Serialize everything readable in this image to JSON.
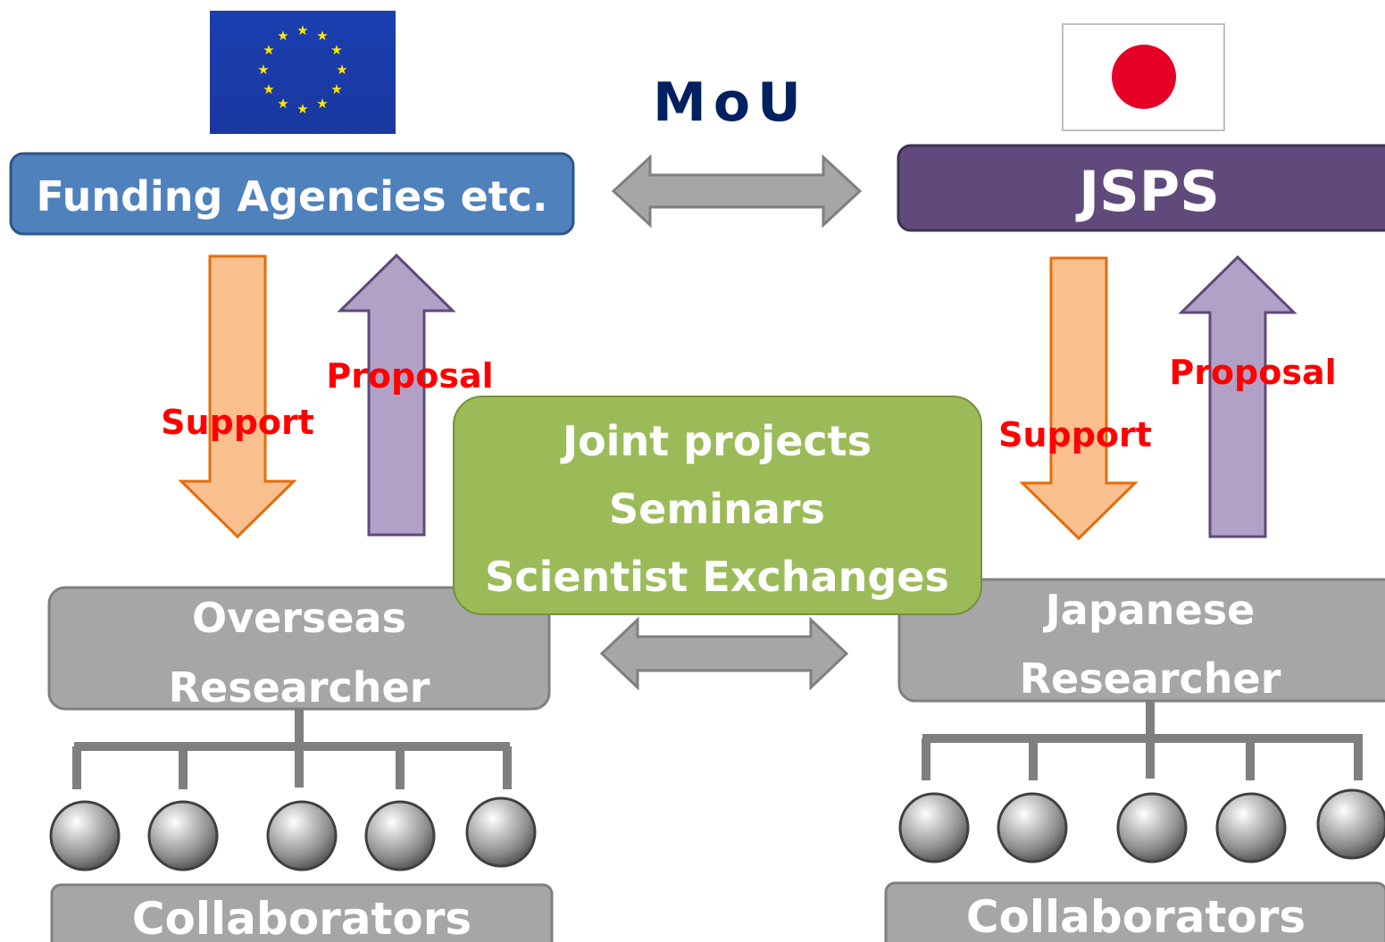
{
  "mou_label": "MoU",
  "left": {
    "agency_label": "Funding Agencies etc.",
    "support_label": "Support",
    "proposal_label": "Proposal",
    "researcher_line1": "Overseas",
    "researcher_line2": "Researcher",
    "collaborators_label": "Collaborators"
  },
  "right": {
    "agency_label": "JSPS",
    "support_label": "Support",
    "proposal_label": "Proposal",
    "researcher_line1": "Japanese",
    "researcher_line2": "Researcher",
    "collaborators_label": "Collaborators"
  },
  "center": {
    "line1": "Joint projects",
    "line2": "Seminars",
    "line3": "Scientist Exchanges"
  },
  "icons": {
    "left_flag": "eu-flag-icon",
    "right_flag": "japan-flag-icon"
  },
  "colors": {
    "agency_left": "#4F81BD",
    "agency_right": "#604A7B",
    "support_arrow": "#F9BF8F",
    "proposal_arrow": "#B2A1C7",
    "label_red": "#FF0000",
    "center_box": "#9BBB59",
    "researcher_box": "#A6A6A6",
    "mou_text": "#002060"
  }
}
